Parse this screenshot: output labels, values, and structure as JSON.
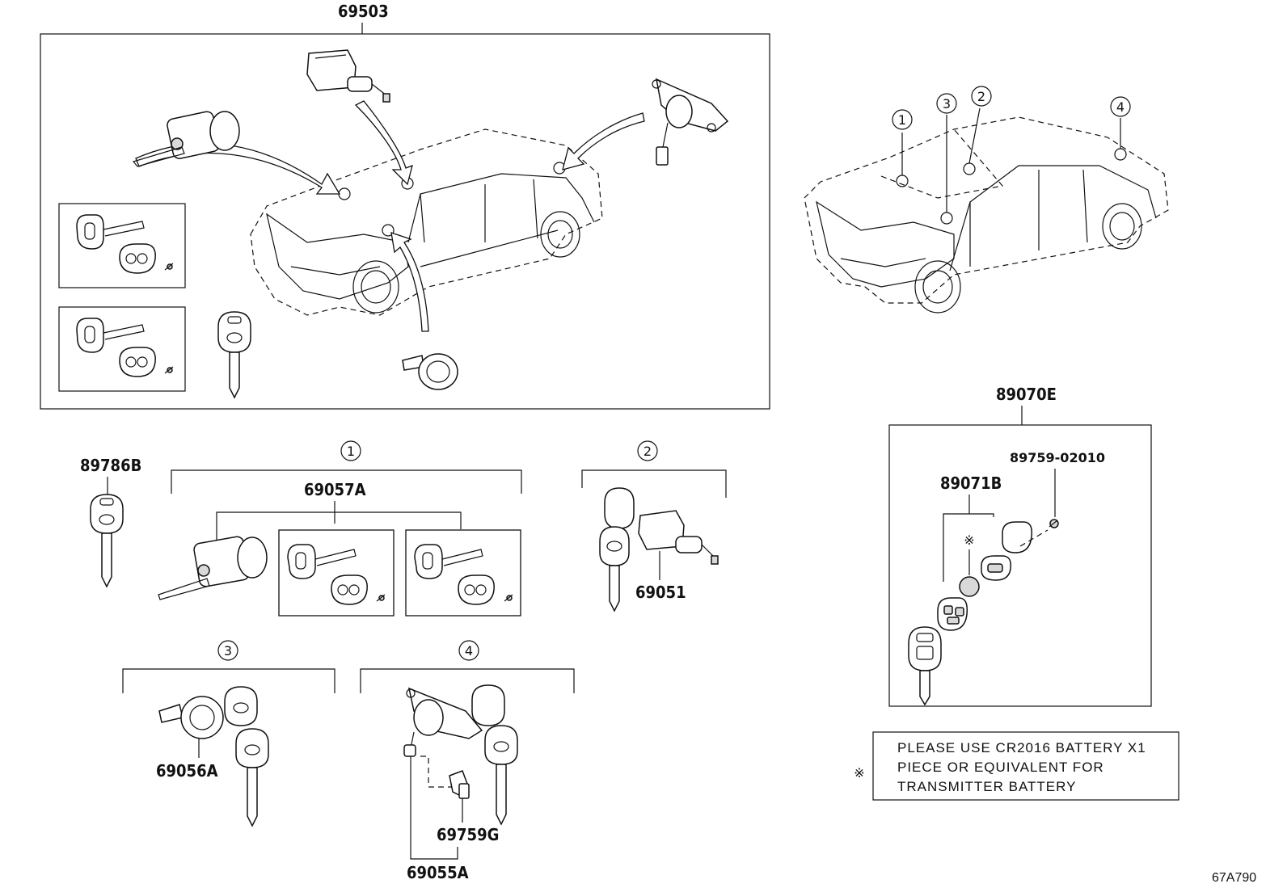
{
  "parts": {
    "p69503": "69503",
    "p89070E": "89070E",
    "p89786B": "89786B",
    "p69057A": "69057A",
    "p69051": "69051",
    "p69056A": "69056A",
    "p69759G": "69759G",
    "p69055A": "69055A",
    "p89071B": "89071B",
    "p89759": "89759-02010"
  },
  "callouts": {
    "c1": "1",
    "c2": "2",
    "c3": "3",
    "c4": "4"
  },
  "note": {
    "symbol": "※",
    "line1": "PLEASE USE CR2016 BATTERY X1",
    "line2": "PIECE OR EQUIVALENT FOR",
    "line3": "TRANSMITTER BATTERY"
  },
  "figure_code": "67A790",
  "icons": [
    "ignition-cylinder-icon",
    "door-lock-cylinder-icon",
    "key-icon",
    "transmitter-key-icon",
    "battery-icon",
    "screw-icon",
    "car-icon"
  ]
}
